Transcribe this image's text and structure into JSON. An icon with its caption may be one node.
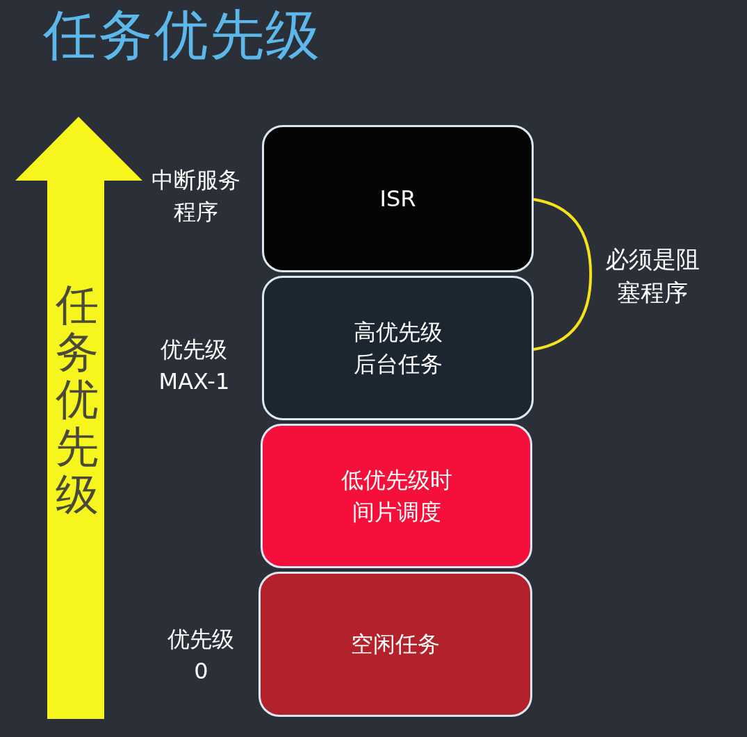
{
  "diagram": {
    "title": "任务优先级",
    "nodes": [
      {
        "text": [
          "ISR"
        ],
        "beside": [
          "中断服务程序"
        ]
      },
      {
        "text": [
          "高优先级后台任务"
        ],
        "beside": [
          "优先级 MAX-1"
        ]
      },
      {
        "text": [
          "低优先级时间片调度"
        ]
      },
      {
        "text": [
          "空闲任务"
        ],
        "beside": [
          "优先级 0"
        ]
      }
    ],
    "labels": [
      "任务优先级",
      "必须是阻塞程序"
    ]
  }
}
